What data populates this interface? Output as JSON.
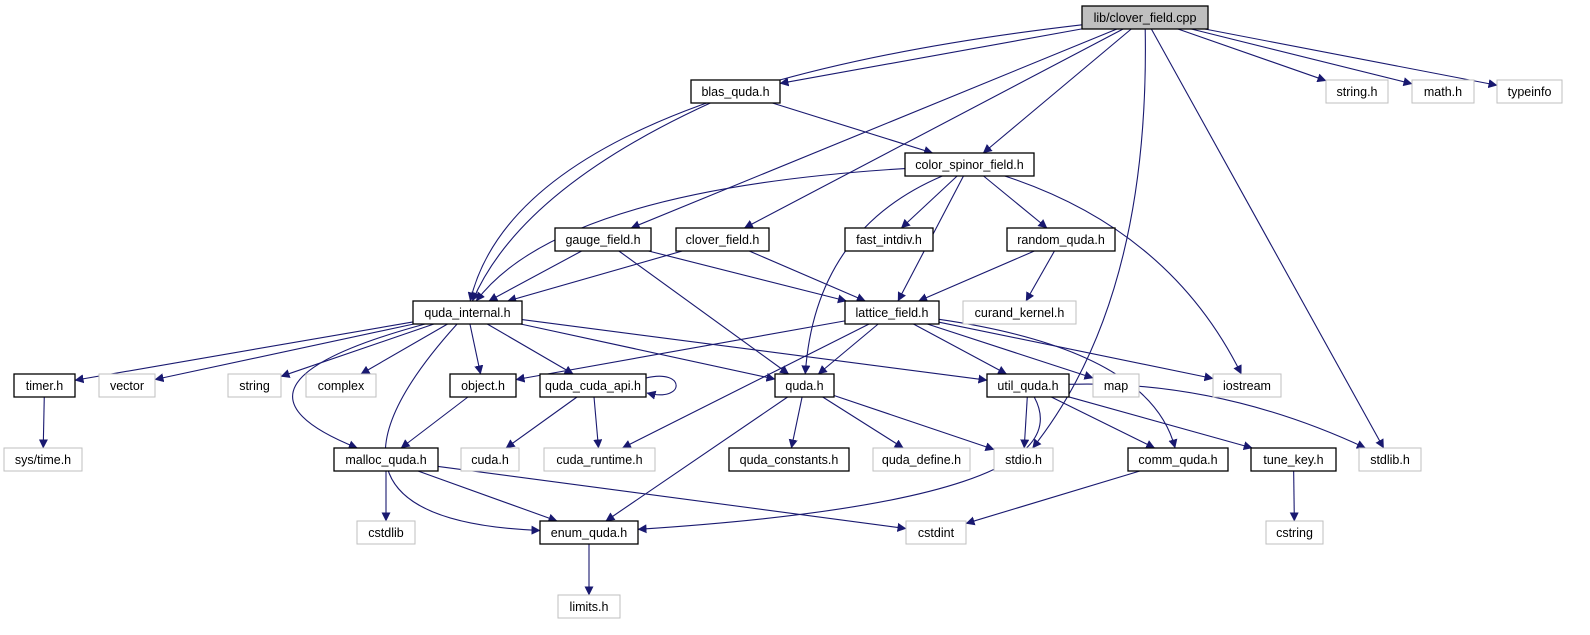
{
  "graph": {
    "colors": {
      "edge": "#191970",
      "root_fill": "#bfbfbf",
      "doc_border": "#000000",
      "ext_border": "#bfbfbf",
      "text": "#000000"
    },
    "nodes": [
      {
        "id": "clover_field_cpp",
        "label": "lib/clover_field.cpp",
        "kind": "root"
      },
      {
        "id": "blas_quda",
        "label": "blas_quda.h",
        "kind": "documented"
      },
      {
        "id": "string_h",
        "label": "string.h",
        "kind": "external"
      },
      {
        "id": "math_h",
        "label": "math.h",
        "kind": "external"
      },
      {
        "id": "typeinfo",
        "label": "typeinfo",
        "kind": "external"
      },
      {
        "id": "color_spinor_field",
        "label": "color_spinor_field.h",
        "kind": "documented"
      },
      {
        "id": "gauge_field",
        "label": "gauge_field.h",
        "kind": "documented"
      },
      {
        "id": "clover_field_h",
        "label": "clover_field.h",
        "kind": "documented"
      },
      {
        "id": "fast_intdiv",
        "label": "fast_intdiv.h",
        "kind": "documented"
      },
      {
        "id": "random_quda",
        "label": "random_quda.h",
        "kind": "documented"
      },
      {
        "id": "quda_internal",
        "label": "quda_internal.h",
        "kind": "documented"
      },
      {
        "id": "lattice_field",
        "label": "lattice_field.h",
        "kind": "documented"
      },
      {
        "id": "curand_kernel",
        "label": "curand_kernel.h",
        "kind": "external"
      },
      {
        "id": "timer_h",
        "label": "timer.h",
        "kind": "documented"
      },
      {
        "id": "vector",
        "label": "vector",
        "kind": "external"
      },
      {
        "id": "string",
        "label": "string",
        "kind": "external"
      },
      {
        "id": "complex",
        "label": "complex",
        "kind": "external"
      },
      {
        "id": "object_h",
        "label": "object.h",
        "kind": "documented"
      },
      {
        "id": "quda_cuda_api",
        "label": "quda_cuda_api.h",
        "kind": "documented"
      },
      {
        "id": "quda_h",
        "label": "quda.h",
        "kind": "documented"
      },
      {
        "id": "util_quda",
        "label": "util_quda.h",
        "kind": "documented"
      },
      {
        "id": "map",
        "label": "map",
        "kind": "external"
      },
      {
        "id": "iostream",
        "label": "iostream",
        "kind": "external"
      },
      {
        "id": "sys_time",
        "label": "sys/time.h",
        "kind": "external"
      },
      {
        "id": "malloc_quda",
        "label": "malloc_quda.h",
        "kind": "documented"
      },
      {
        "id": "cuda_h",
        "label": "cuda.h",
        "kind": "external"
      },
      {
        "id": "cuda_runtime",
        "label": "cuda_runtime.h",
        "kind": "external"
      },
      {
        "id": "quda_constants",
        "label": "quda_constants.h",
        "kind": "documented"
      },
      {
        "id": "quda_define",
        "label": "quda_define.h",
        "kind": "external"
      },
      {
        "id": "stdio_h",
        "label": "stdio.h",
        "kind": "external"
      },
      {
        "id": "comm_quda",
        "label": "comm_quda.h",
        "kind": "documented"
      },
      {
        "id": "tune_key",
        "label": "tune_key.h",
        "kind": "documented"
      },
      {
        "id": "stdlib_h",
        "label": "stdlib.h",
        "kind": "external"
      },
      {
        "id": "cstdlib",
        "label": "cstdlib",
        "kind": "external"
      },
      {
        "id": "enum_quda",
        "label": "enum_quda.h",
        "kind": "documented"
      },
      {
        "id": "cstdint",
        "label": "cstdint",
        "kind": "external"
      },
      {
        "id": "cstring",
        "label": "cstring",
        "kind": "external"
      },
      {
        "id": "limits_h",
        "label": "limits.h",
        "kind": "external"
      }
    ],
    "edges": [
      [
        "clover_field_cpp",
        "quda_internal"
      ],
      [
        "clover_field_cpp",
        "blas_quda"
      ],
      [
        "clover_field_cpp",
        "gauge_field"
      ],
      [
        "clover_field_cpp",
        "clover_field_h"
      ],
      [
        "clover_field_cpp",
        "color_spinor_field"
      ],
      [
        "clover_field_cpp",
        "stdio_h"
      ],
      [
        "clover_field_cpp",
        "stdlib_h"
      ],
      [
        "clover_field_cpp",
        "string_h"
      ],
      [
        "clover_field_cpp",
        "math_h"
      ],
      [
        "clover_field_cpp",
        "typeinfo"
      ],
      [
        "blas_quda",
        "quda_internal"
      ],
      [
        "blas_quda",
        "color_spinor_field"
      ],
      [
        "color_spinor_field",
        "quda_internal"
      ],
      [
        "color_spinor_field",
        "quda_h"
      ],
      [
        "color_spinor_field",
        "fast_intdiv"
      ],
      [
        "color_spinor_field",
        "lattice_field"
      ],
      [
        "color_spinor_field",
        "random_quda"
      ],
      [
        "color_spinor_field",
        "iostream"
      ],
      [
        "gauge_field",
        "quda_internal"
      ],
      [
        "gauge_field",
        "lattice_field"
      ],
      [
        "gauge_field",
        "quda_h"
      ],
      [
        "clover_field_h",
        "quda_internal"
      ],
      [
        "clover_field_h",
        "lattice_field"
      ],
      [
        "random_quda",
        "lattice_field"
      ],
      [
        "random_quda",
        "curand_kernel"
      ],
      [
        "quda_internal",
        "timer_h"
      ],
      [
        "quda_internal",
        "vector"
      ],
      [
        "quda_internal",
        "string"
      ],
      [
        "quda_internal",
        "complex"
      ],
      [
        "quda_internal",
        "object_h"
      ],
      [
        "quda_internal",
        "quda_cuda_api"
      ],
      [
        "quda_internal",
        "quda_h"
      ],
      [
        "quda_internal",
        "util_quda"
      ],
      [
        "quda_internal",
        "malloc_quda"
      ],
      [
        "quda_internal",
        "enum_quda"
      ],
      [
        "lattice_field",
        "object_h"
      ],
      [
        "lattice_field",
        "quda_h"
      ],
      [
        "lattice_field",
        "util_quda"
      ],
      [
        "lattice_field",
        "map"
      ],
      [
        "lattice_field",
        "iostream"
      ],
      [
        "lattice_field",
        "comm_quda"
      ],
      [
        "lattice_field",
        "cuda_runtime"
      ],
      [
        "timer_h",
        "sys_time"
      ],
      [
        "object_h",
        "malloc_quda"
      ],
      [
        "quda_cuda_api",
        "quda_cuda_api"
      ],
      [
        "quda_cuda_api",
        "cuda_h"
      ],
      [
        "quda_cuda_api",
        "cuda_runtime"
      ],
      [
        "quda_h",
        "quda_constants"
      ],
      [
        "quda_h",
        "quda_define"
      ],
      [
        "quda_h",
        "stdio_h"
      ],
      [
        "quda_h",
        "enum_quda"
      ],
      [
        "util_quda",
        "stdio_h"
      ],
      [
        "util_quda",
        "stdlib_h"
      ],
      [
        "util_quda",
        "comm_quda"
      ],
      [
        "util_quda",
        "tune_key"
      ],
      [
        "util_quda",
        "enum_quda"
      ],
      [
        "malloc_quda",
        "cstdlib"
      ],
      [
        "malloc_quda",
        "enum_quda"
      ],
      [
        "malloc_quda",
        "cstdint"
      ],
      [
        "comm_quda",
        "cstdint"
      ],
      [
        "tune_key",
        "cstring"
      ],
      [
        "enum_quda",
        "limits_h"
      ]
    ]
  }
}
